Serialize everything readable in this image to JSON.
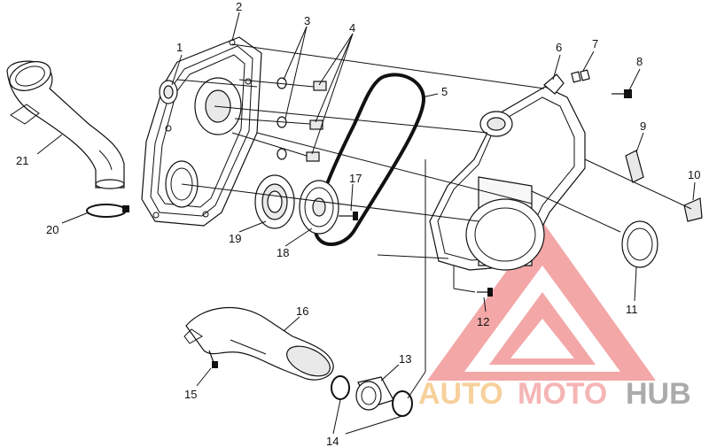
{
  "watermark": {
    "word_1": "AUTO",
    "word_2": "MOTO",
    "word_3": "HUB",
    "colors": {
      "word_1": "#f6c88a",
      "word_2": "#f3a8a8",
      "word_3": "#9c9c9c",
      "logo": "#f08a8a"
    }
  },
  "callouts": [
    {
      "id": "1",
      "label": "1"
    },
    {
      "id": "2",
      "label": "2"
    },
    {
      "id": "3",
      "label": "3"
    },
    {
      "id": "4",
      "label": "4"
    },
    {
      "id": "5",
      "label": "5"
    },
    {
      "id": "6",
      "label": "6"
    },
    {
      "id": "7",
      "label": "7"
    },
    {
      "id": "8",
      "label": "8"
    },
    {
      "id": "9",
      "label": "9"
    },
    {
      "id": "10",
      "label": "10"
    },
    {
      "id": "11",
      "label": "11"
    },
    {
      "id": "12",
      "label": "12"
    },
    {
      "id": "13",
      "label": "13"
    },
    {
      "id": "14",
      "label": "14"
    },
    {
      "id": "15",
      "label": "15"
    },
    {
      "id": "16",
      "label": "16"
    },
    {
      "id": "17",
      "label": "17"
    },
    {
      "id": "18",
      "label": "18"
    },
    {
      "id": "19",
      "label": "19"
    },
    {
      "id": "20",
      "label": "20"
    },
    {
      "id": "21",
      "label": "21"
    }
  ]
}
